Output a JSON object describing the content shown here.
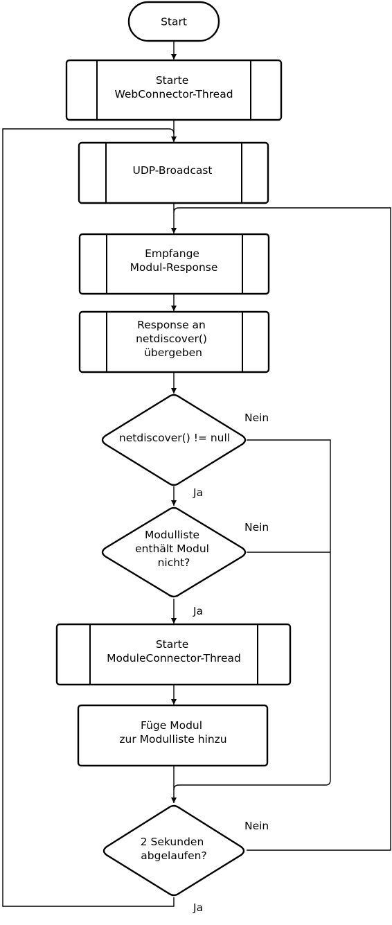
{
  "flowchart": {
    "start": "Start",
    "web_connector": [
      "Starte",
      "WebConnector-Thread"
    ],
    "udp_broadcast": [
      "UDP-Broadcast"
    ],
    "receive_response": [
      "Empfange",
      "Modul-Response"
    ],
    "pass_response": [
      "Response an",
      "netdiscover()",
      "übergeben"
    ],
    "decision_netdiscover": [
      "netdiscover() != null"
    ],
    "decision_modullist": [
      "Modulliste",
      "enthält Modul",
      "nicht?"
    ],
    "module_connector": [
      "Starte",
      "ModuleConnector-Thread"
    ],
    "add_module": [
      "Füge Modul",
      "zur Modulliste hinzu"
    ],
    "decision_timeout": [
      "2 Sekunden",
      "abgelaufen?"
    ]
  },
  "edge_labels": {
    "netdiscover_no": "Nein",
    "netdiscover_yes": "Ja",
    "modullist_no": "Nein",
    "modullist_yes": "Ja",
    "timeout_no": "Nein",
    "timeout_yes": "Ja"
  }
}
